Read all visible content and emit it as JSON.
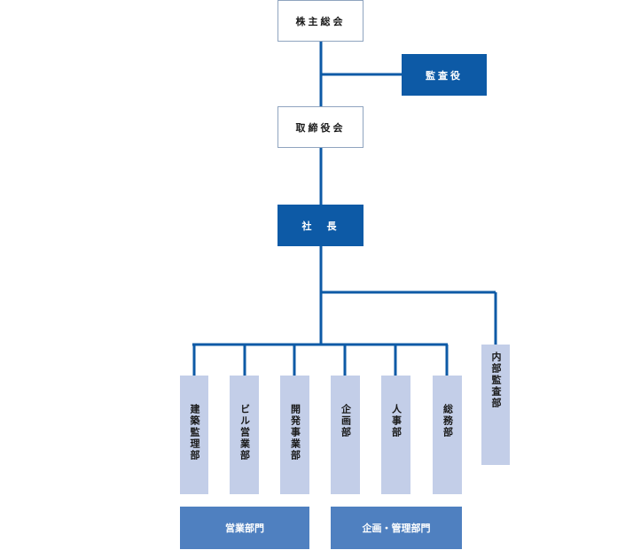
{
  "nodes": {
    "shareholders": "株主総会",
    "auditor": "監査役",
    "board": "取締役会",
    "president": "社　長",
    "departments": [
      "建築監理部",
      "ビル営業部",
      "開発事業部",
      "企画部",
      "人事部",
      "総務部"
    ],
    "internal_audit": "内部監査部"
  },
  "groups": {
    "sales": "営業部門",
    "planning": "企画・管理部門"
  },
  "colors": {
    "line": "#0d5aa6",
    "navy_box": "#0d5aa6",
    "dept_box": "#c3cee8",
    "group_box": "#4f80c0"
  }
}
